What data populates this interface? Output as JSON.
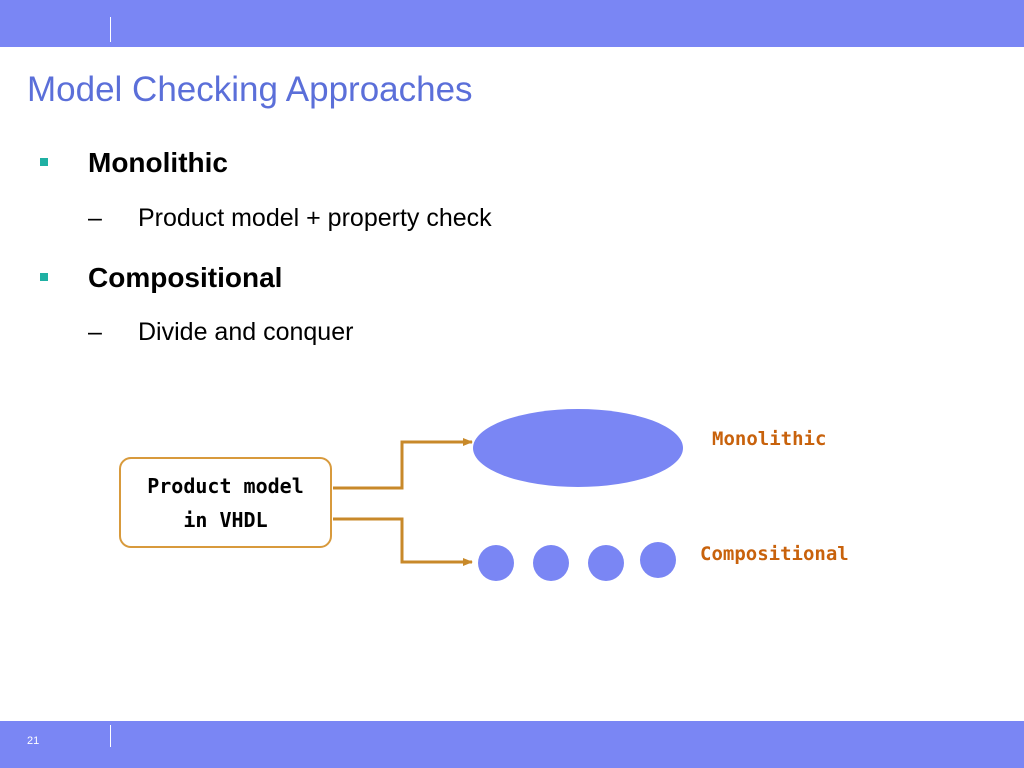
{
  "slide": {
    "title": "Model Checking Approaches",
    "number": "21"
  },
  "bullets": [
    {
      "label": "Monolithic",
      "sub": "Product model + property check"
    },
    {
      "label": "Compositional",
      "sub": "Divide and conquer"
    }
  ],
  "diagram": {
    "source_box": {
      "line1": "Product model",
      "line2": "in VHDL"
    },
    "monolithic_label": "Monolithic",
    "compositional_label": "Compositional",
    "component_count": 4
  },
  "colors": {
    "header_bar": "#7a86f4",
    "title_text": "#5b6fd9",
    "bullet_square": "#1fb0a3",
    "arrow": "#c8892a",
    "shape_fill": "#7a86f4",
    "label_text": "#c8620c"
  },
  "dash_glyph": "–"
}
